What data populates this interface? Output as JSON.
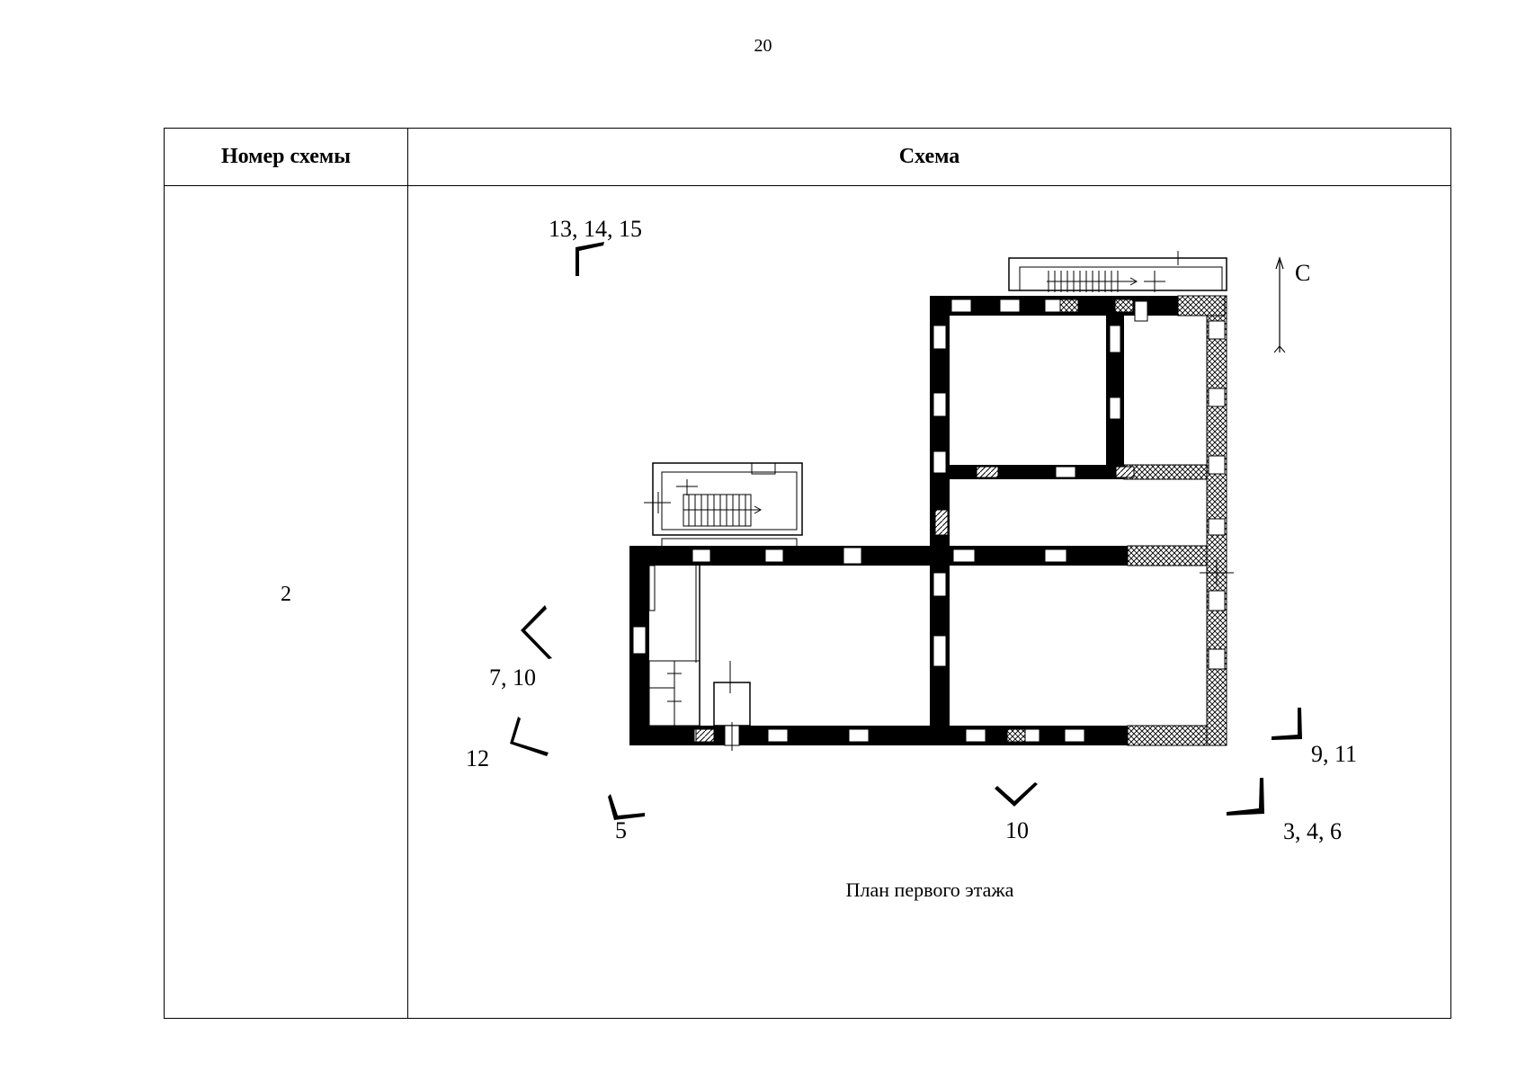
{
  "page_number": "20",
  "table": {
    "headers": {
      "number": "Номер схемы",
      "scheme": "Схема"
    },
    "row": {
      "number": "2"
    }
  },
  "plan": {
    "caption": "План первого этажа",
    "north_label": "С",
    "view_labels": {
      "v13_14_15": "13, 14, 15",
      "v7_10": "7, 10",
      "v12": "12",
      "v5": "5",
      "v10": "10",
      "v9_11": "9, 11",
      "v3_4_6": "3, 4, 6"
    }
  }
}
